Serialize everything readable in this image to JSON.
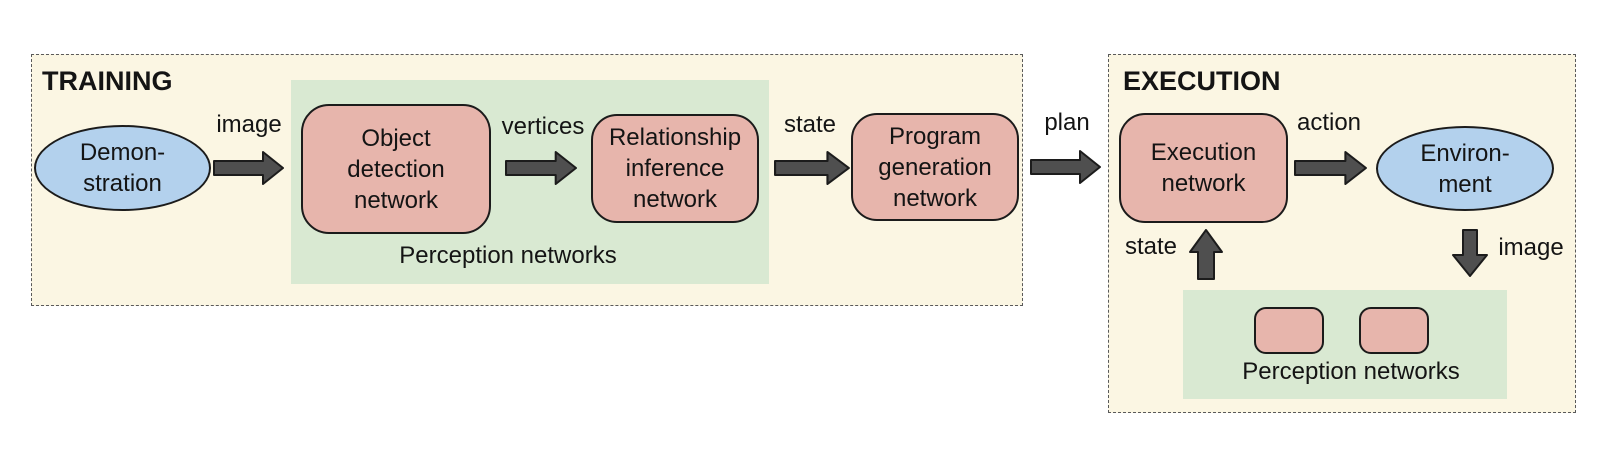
{
  "colors": {
    "panel_background": "#fbf6e3",
    "group_background": "#d9e9d2",
    "process_box_fill": "#e7b5ac",
    "terminal_ellipse_fill": "#b3d1ed",
    "arrow_fill": "#4f4f4f",
    "shape_outline": "#1b1b1b",
    "panel_border": "#5a5a5a",
    "text": "#141414"
  },
  "training": {
    "title": "TRAINING",
    "demonstration_label": "Demon-\nstration",
    "image_arrow_label": "image",
    "perception": {
      "group_label": "Perception networks",
      "object_detection_label": "Object\ndetection\nnetwork",
      "vertices_arrow_label": "vertices",
      "relationship_inference_label": "Relationship\ninference\nnetwork"
    },
    "state_arrow_label": "state",
    "program_generation_label": "Program\ngeneration\nnetwork"
  },
  "handoff": {
    "plan_arrow_label": "plan"
  },
  "execution": {
    "title": "EXECUTION",
    "execution_network_label": "Execution\nnetwork",
    "action_arrow_label": "action",
    "environment_label": "Environ-\nment",
    "image_arrow_label": "image",
    "state_arrow_label": "state",
    "perception": {
      "group_label": "Perception networks"
    }
  }
}
